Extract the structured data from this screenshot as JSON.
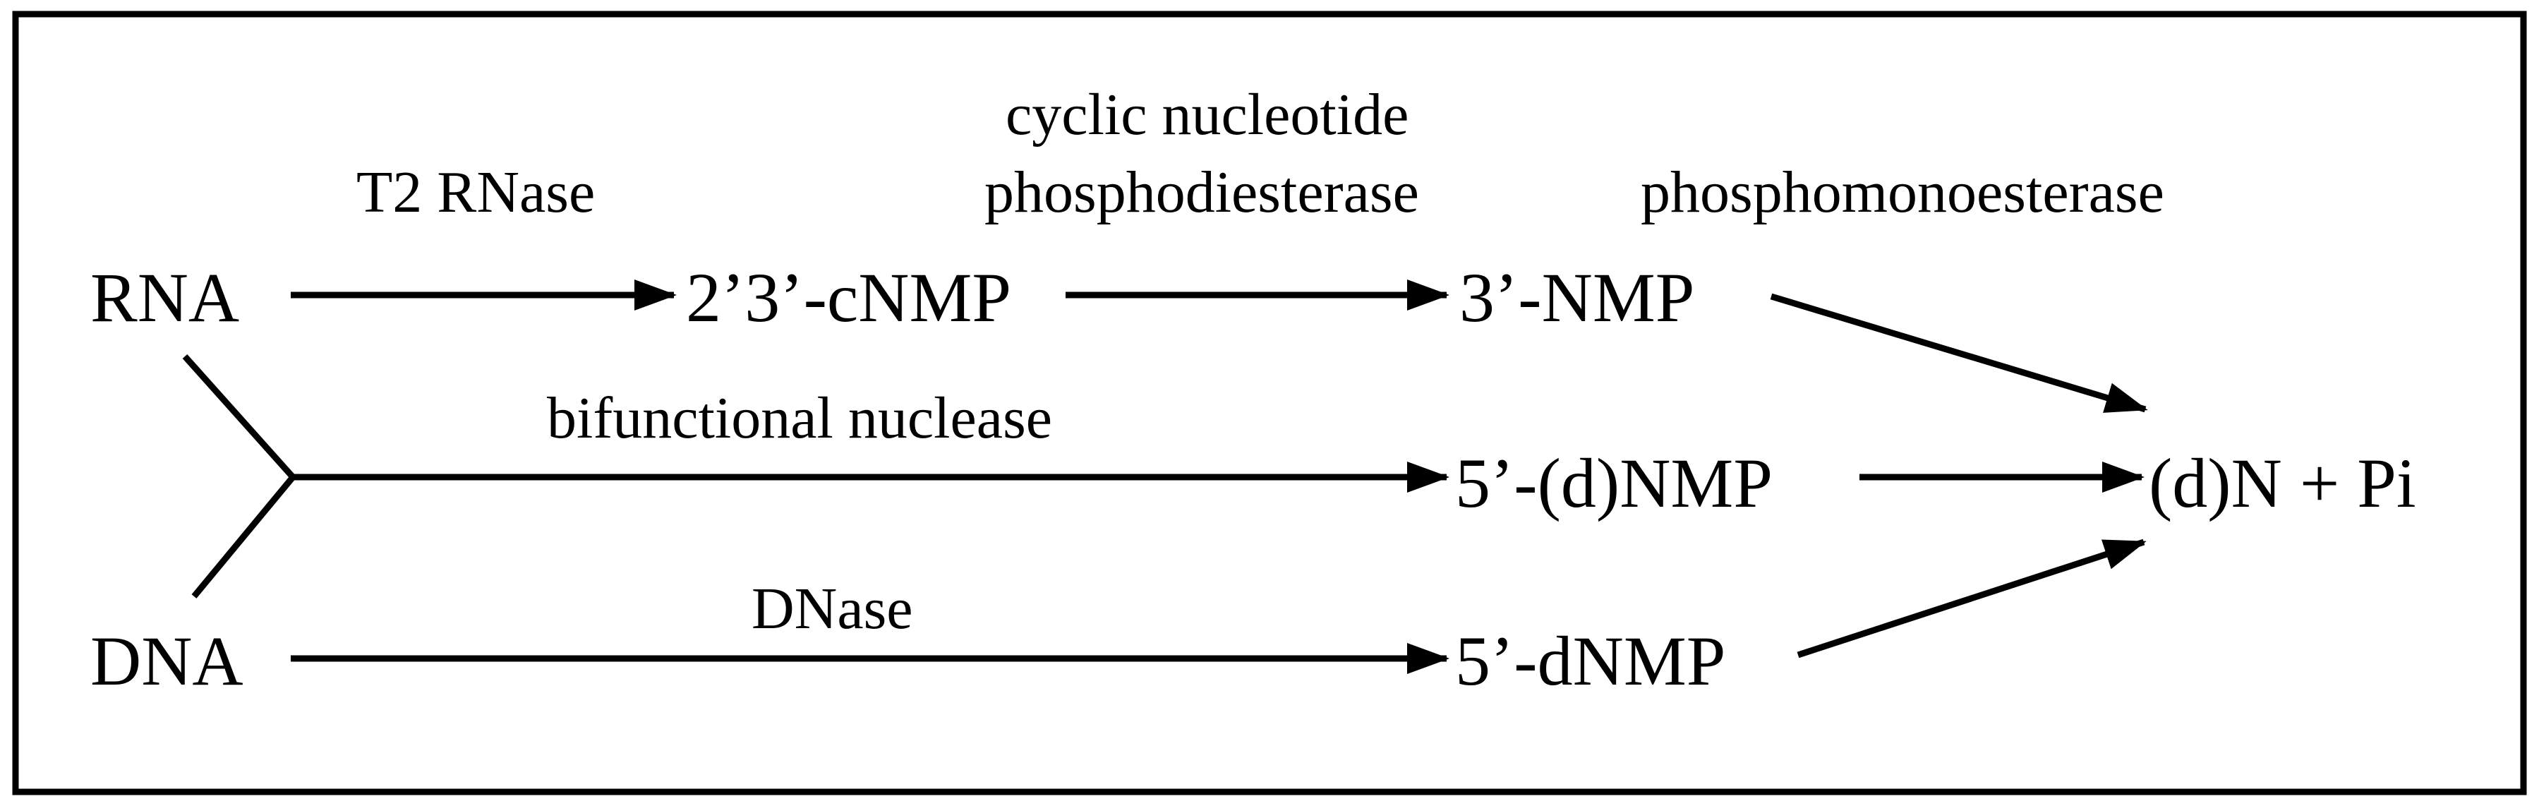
{
  "diagram": {
    "nodes": {
      "rna": "RNA",
      "dna": "DNA",
      "cnmp_2_3": "2’3’-cNMP",
      "nmp_3": "3’-NMP",
      "dnmp_5_bifunctional": "5’-(d)NMP",
      "dnmp_5": "5’-dNMP",
      "product": "(d)N + Pi"
    },
    "enzymes": {
      "t2_rnase": "T2 RNase",
      "cyclic_pde_line1": "cyclic nucleotide",
      "cyclic_pde_line2": "phosphodiesterase",
      "phosphomonoesterase": "phosphomonoesterase",
      "bifunctional_nuclease": "bifunctional nuclease",
      "dnase": "DNase"
    },
    "colors": {
      "ink": "#000000",
      "background": "#ffffff"
    }
  }
}
